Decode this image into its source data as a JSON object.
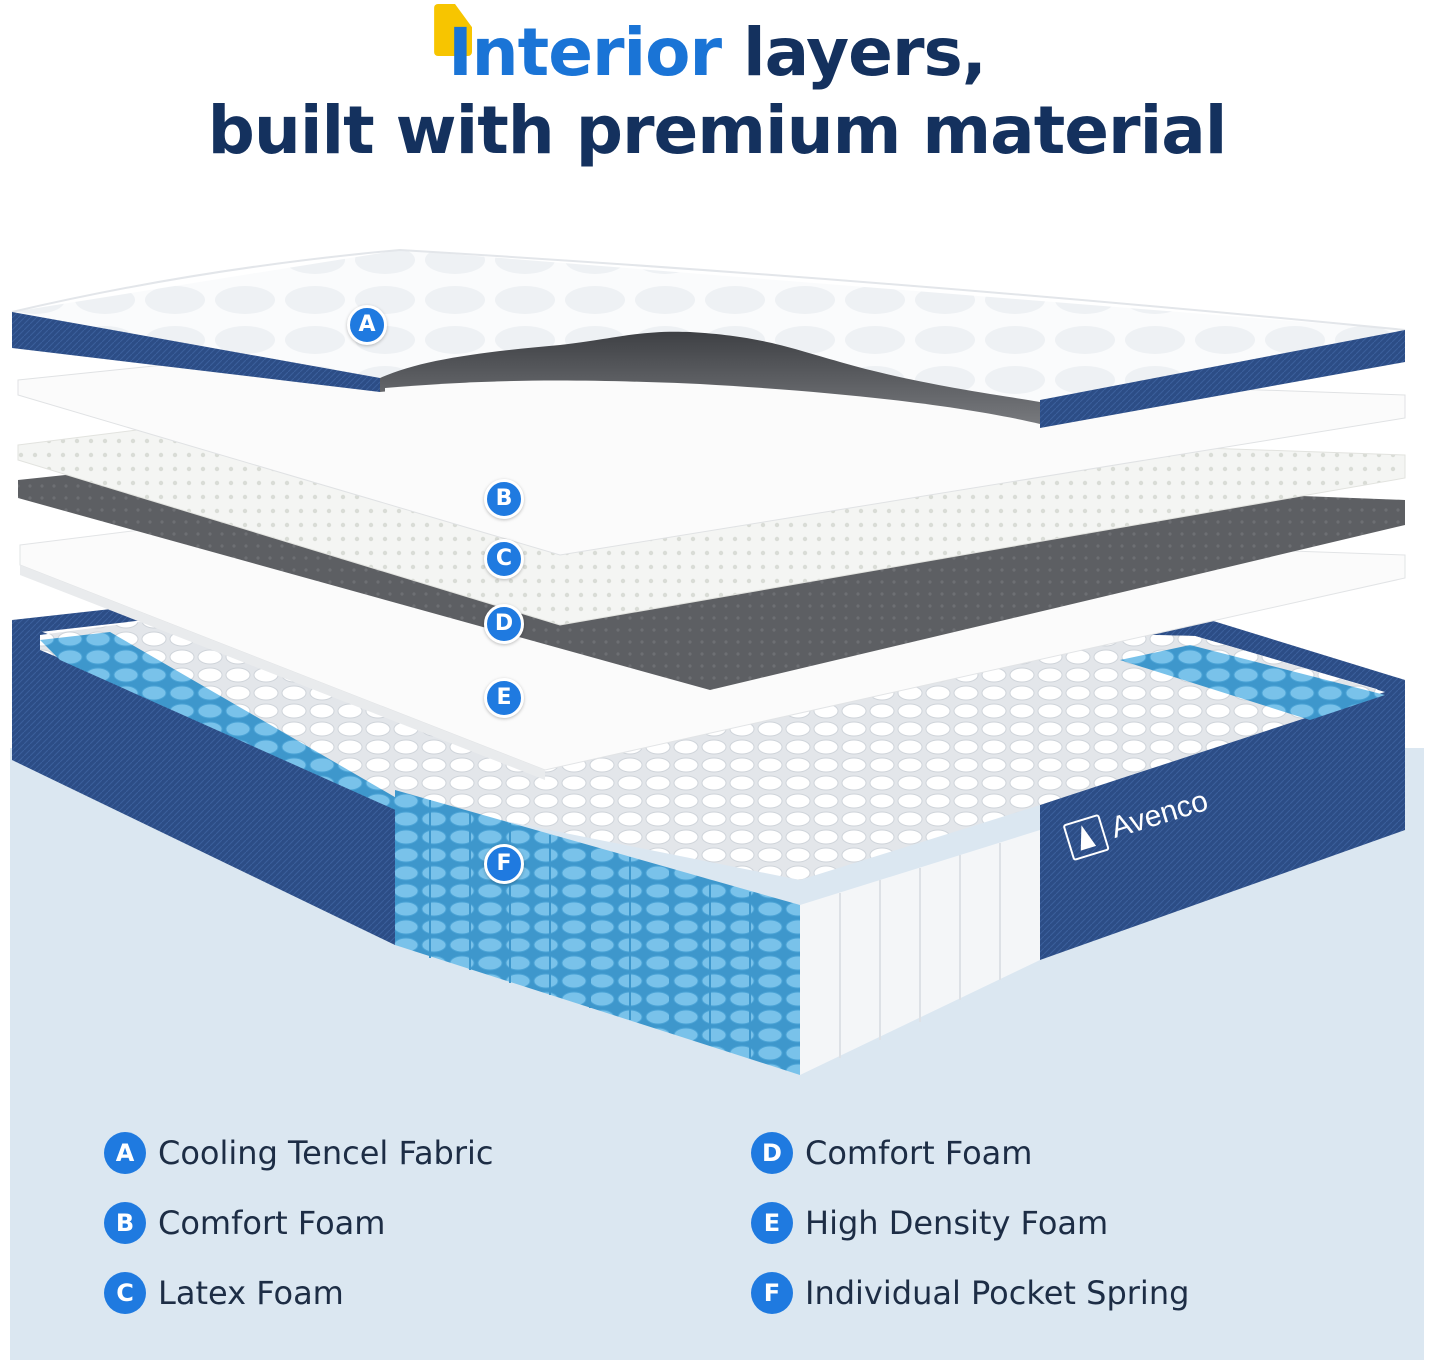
{
  "headline": {
    "accent": "Interior",
    "rest_line1": " layers,",
    "line2": "built with premium material"
  },
  "brand": {
    "name": "Avenco"
  },
  "markers": [
    "A",
    "B",
    "C",
    "D",
    "E",
    "F"
  ],
  "legend": {
    "left": [
      {
        "letter": "A",
        "text": "Cooling Tencel Fabric"
      },
      {
        "letter": "B",
        "text": "Comfort Foam"
      },
      {
        "letter": "C",
        "text": "Latex Foam"
      }
    ],
    "right": [
      {
        "letter": "D",
        "text": "Comfort Foam"
      },
      {
        "letter": "E",
        "text": "High Density Foam"
      },
      {
        "letter": "F",
        "text": "Individual Pocket Spring"
      }
    ]
  },
  "colors": {
    "navy": "#14315e",
    "accent_blue": "#1a74d6",
    "flag_yellow": "#f7c500",
    "fabric_blue": "#2c4d86",
    "spring_blue": "#63b3df",
    "panel": "#dbe7f1"
  }
}
